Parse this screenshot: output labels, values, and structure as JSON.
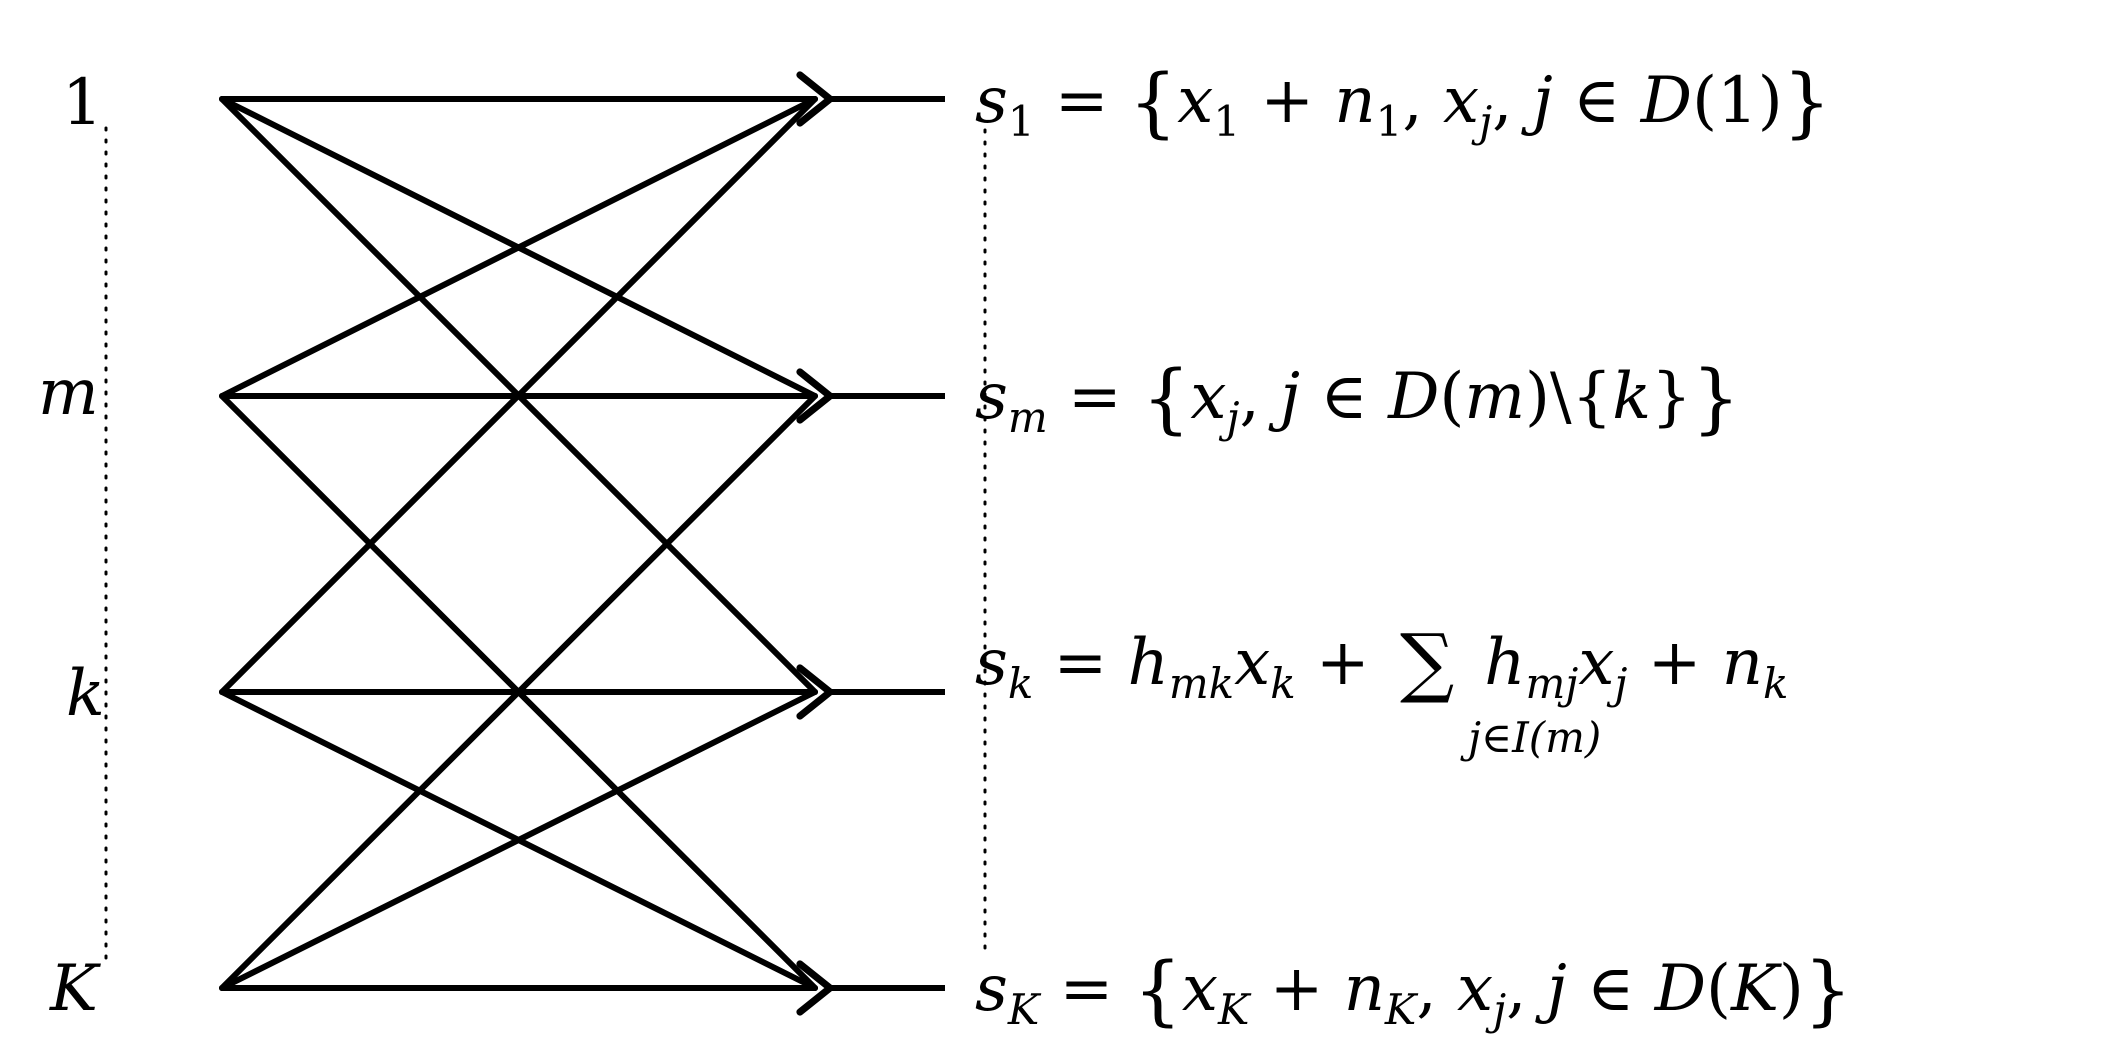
{
  "left_nodes": [
    {
      "id": "1",
      "label": "1"
    },
    {
      "id": "m",
      "label": "m"
    },
    {
      "id": "k",
      "label": "k"
    },
    {
      "id": "K",
      "label": "K"
    }
  ],
  "equations": {
    "s1": {
      "lhs_var": "s",
      "lhs_sub": "1",
      "parts": [
        "x",
        "1",
        "+",
        "n",
        "1",
        "x",
        "j",
        "j",
        "∈",
        "D",
        "1"
      ]
    },
    "sm": {
      "lhs_var": "s",
      "lhs_sub": "m"
    },
    "sk": {
      "lhs_var": "s",
      "lhs_sub": "k",
      "sum_symbol": "∑",
      "sum_under": "j∈I(m)"
    },
    "sK": {
      "lhs_var": "s",
      "lhs_sub": "K"
    }
  }
}
